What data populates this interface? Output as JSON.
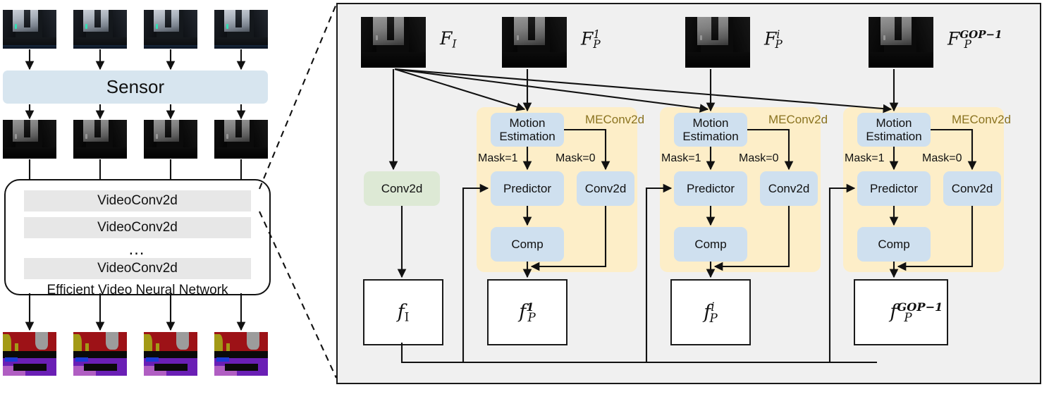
{
  "left_pipeline": {
    "input_frames_count": 4,
    "sensor_label": "Sensor",
    "gray_frames_count": 4,
    "network": {
      "caption": "Efficient Video Neural Network",
      "layers": [
        "VideoConv2d",
        "VideoConv2d",
        "VideoConv2d"
      ],
      "ellipsis": "…"
    },
    "output_frames_count": 4
  },
  "right_panel": {
    "top_frames": [
      {
        "id": "FI",
        "base": "F",
        "sub": "I",
        "sup": ""
      },
      {
        "id": "FP1",
        "base": "F",
        "sub": "P",
        "sup": "1"
      },
      {
        "id": "FPi",
        "base": "F",
        "sub": "P",
        "sup": "i"
      },
      {
        "id": "FPGOP",
        "base": "F",
        "sub": "P",
        "sup": "GOP−1"
      }
    ],
    "intra_branch": {
      "conv_label": "Conv2d",
      "feature": {
        "base": "f",
        "sub": "I",
        "sup": ""
      }
    },
    "meconv_blocks": [
      {
        "group_label": "MEConv2d",
        "motion_estimation_label": "Motion\nEstimation",
        "mask_one_label": "Mask=1",
        "mask_zero_label": "Mask=0",
        "predictor_label": "Predictor",
        "conv_label": "Conv2d",
        "comp_label": "Comp",
        "feature": {
          "base": "f",
          "sub": "P",
          "sup": "1"
        }
      },
      {
        "group_label": "MEConv2d",
        "motion_estimation_label": "Motion\nEstimation",
        "mask_one_label": "Mask=1",
        "mask_zero_label": "Mask=0",
        "predictor_label": "Predictor",
        "conv_label": "Conv2d",
        "comp_label": "Comp",
        "feature": {
          "base": "f",
          "sub": "P",
          "sup": "i"
        }
      },
      {
        "group_label": "MEConv2d",
        "motion_estimation_label": "Motion\nEstimation",
        "mask_one_label": "Mask=1",
        "mask_zero_label": "Mask=0",
        "predictor_label": "Predictor",
        "conv_label": "Conv2d",
        "comp_label": "Comp",
        "feature": {
          "base": "f",
          "sub": "P",
          "sup": "GOP−1"
        }
      }
    ]
  },
  "colors": {
    "panel_background": "#f0f0f0",
    "panel_border": "#1a1a1a",
    "node_blue": "#cfe0ef",
    "node_green": "#dde9d5",
    "meconv_background": "#fdeec8",
    "meconv_label": "#8a7320",
    "sensor_blue": "#d7e5ef",
    "videoconv_gray": "#e7e7e7",
    "arrow": "#111111"
  }
}
